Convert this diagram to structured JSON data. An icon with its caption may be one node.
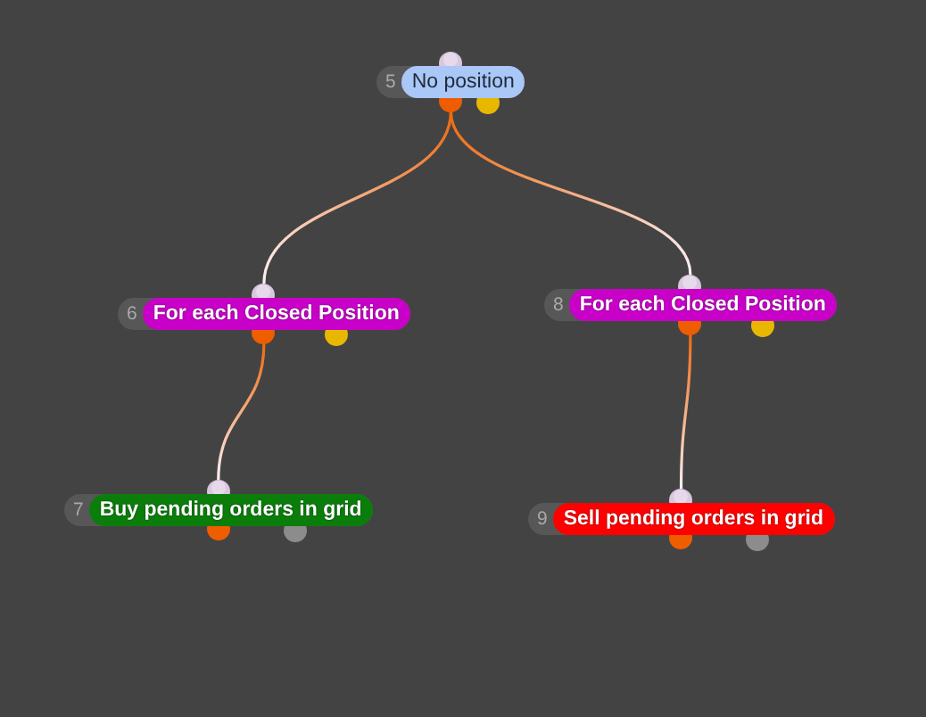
{
  "diagram": {
    "nodes": [
      {
        "text": [
          "5",
          "No position"
        ]
      },
      {
        "text": [
          "6",
          "For each Closed Position"
        ]
      },
      {
        "text": [
          "8",
          "For each Closed Position"
        ]
      },
      {
        "text": [
          "7",
          "Buy pending orders in grid"
        ]
      },
      {
        "text": [
          "9",
          "Sell pending orders in grid"
        ]
      }
    ],
    "edges": [
      {
        "from": 0,
        "to": 1,
        "arrow": "none"
      },
      {
        "from": 0,
        "to": 2,
        "arrow": "none"
      },
      {
        "from": 1,
        "to": 3,
        "arrow": "none"
      },
      {
        "from": 2,
        "to": 4,
        "arrow": "none"
      }
    ]
  }
}
